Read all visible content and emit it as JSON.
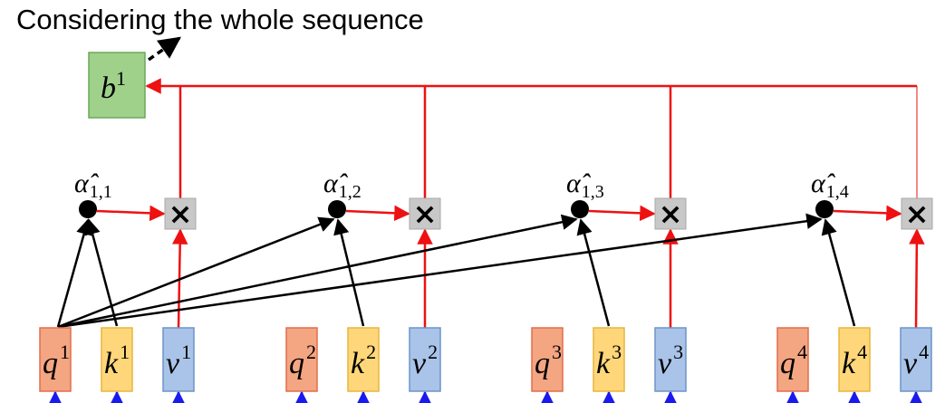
{
  "title": "Considering the whole sequence",
  "output": {
    "base": "b",
    "sup": "1"
  },
  "colors": {
    "q_fill": "#f4a582",
    "q_stroke": "#e06f4c",
    "k_fill": "#ffd77a",
    "k_stroke": "#e8b63c",
    "v_fill": "#a9c4e8",
    "v_stroke": "#6d93c8",
    "b_fill": "#9fd18b",
    "b_stroke": "#6aa85a",
    "mul_fill": "#c8c8c8",
    "red": "#ee1111",
    "blue": "#1a1aee"
  },
  "positions": [
    {
      "q": {
        "base": "q",
        "sup": "1"
      },
      "k": {
        "base": "k",
        "sup": "1"
      },
      "v": {
        "base": "v",
        "sup": "1"
      },
      "alpha": {
        "base": "α̂",
        "sub": "1,1"
      },
      "multiply": "×"
    },
    {
      "q": {
        "base": "q",
        "sup": "2"
      },
      "k": {
        "base": "k",
        "sup": "2"
      },
      "v": {
        "base": "v",
        "sup": "2"
      },
      "alpha": {
        "base": "α̂",
        "sub": "1,2"
      },
      "multiply": "×"
    },
    {
      "q": {
        "base": "q",
        "sup": "3"
      },
      "k": {
        "base": "k",
        "sup": "3"
      },
      "v": {
        "base": "v",
        "sup": "3"
      },
      "alpha": {
        "base": "α̂",
        "sub": "1,3"
      },
      "multiply": "×"
    },
    {
      "q": {
        "base": "q",
        "sup": "4"
      },
      "k": {
        "base": "k",
        "sup": "4"
      },
      "v": {
        "base": "v",
        "sup": "4"
      },
      "alpha": {
        "base": "α̂",
        "sub": "1,4"
      },
      "multiply": "×"
    }
  ]
}
